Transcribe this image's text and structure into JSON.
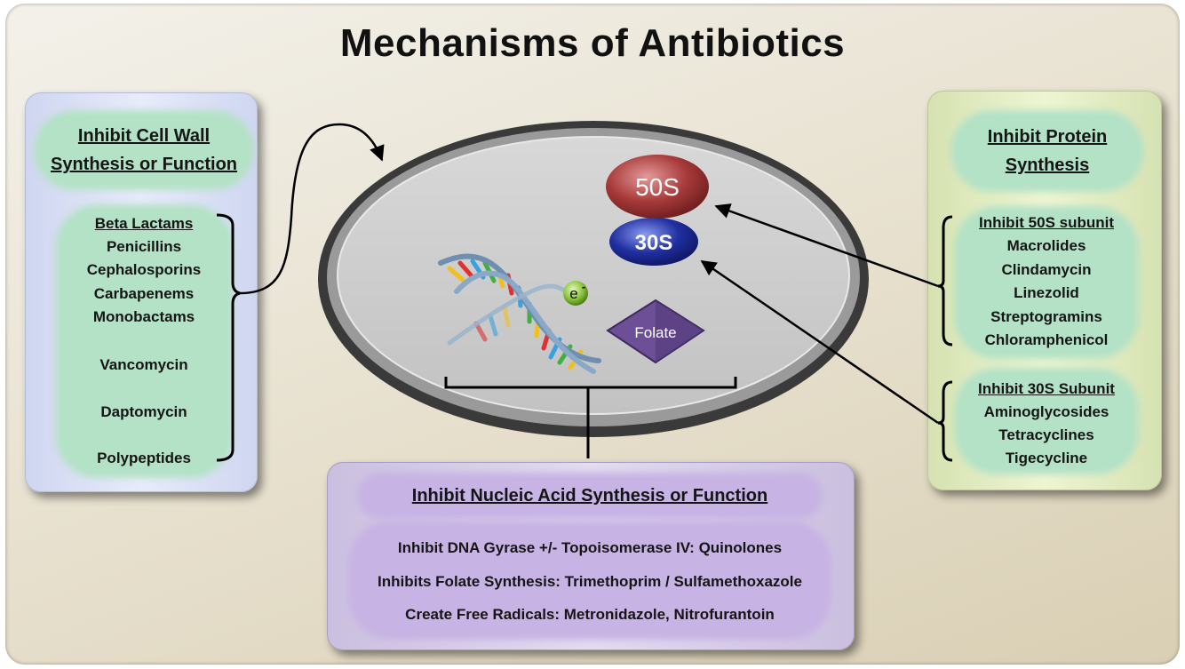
{
  "title": "Mechanisms of Antibiotics",
  "cell_wall": {
    "heading_line1": "Inhibit Cell Wall",
    "heading_line2": "Synthesis or Function",
    "beta_lactams_label": "Beta Lactams",
    "drugs": [
      "Penicillins",
      "Cephalosporins",
      "Carbapenems",
      "Monobactams",
      "Vancomycin",
      "Daptomycin",
      "Polypeptides"
    ]
  },
  "protein": {
    "heading_line1": "Inhibit Protein",
    "heading_line2": "Synthesis",
    "sub50_label": "Inhibit 50S subunit",
    "sub50_drugs": [
      "Macrolides",
      "Clindamycin",
      "Linezolid",
      "Streptogramins",
      "Chloramphenicol"
    ],
    "sub30_label": "Inhibit 30S Subunit",
    "sub30_drugs": [
      "Aminoglycosides",
      "Tetracyclines",
      "Tigecycline"
    ]
  },
  "nucleic": {
    "heading": "Inhibit Nucleic Acid Synthesis or Function",
    "lines": [
      "Inhibit DNA Gyrase +/- Topoisomerase IV: Quinolones",
      "Inhibits Folate Synthesis: Trimethoprim / Sulfamethoxazole",
      "Create Free Radicals: Metronidazole, Nitrofurantoin"
    ]
  },
  "cell": {
    "ribosome_large": "50S",
    "ribosome_small": "30S",
    "electron": "e",
    "electron_sup": "-",
    "folate": "Folate"
  },
  "colors": {
    "cell_wall_panel": "#dfe3f8",
    "protein_panel": "#e6eec6",
    "nucleic_panel": "#ddd3ec",
    "highlight_green": "#b4e2c6",
    "highlight_purple": "#c7b3e4",
    "ribosome_50s": "#a83a3a",
    "ribosome_30s": "#1f2fa0",
    "folate_diamond": "#6c4f96",
    "electron": "#8cc63f"
  }
}
